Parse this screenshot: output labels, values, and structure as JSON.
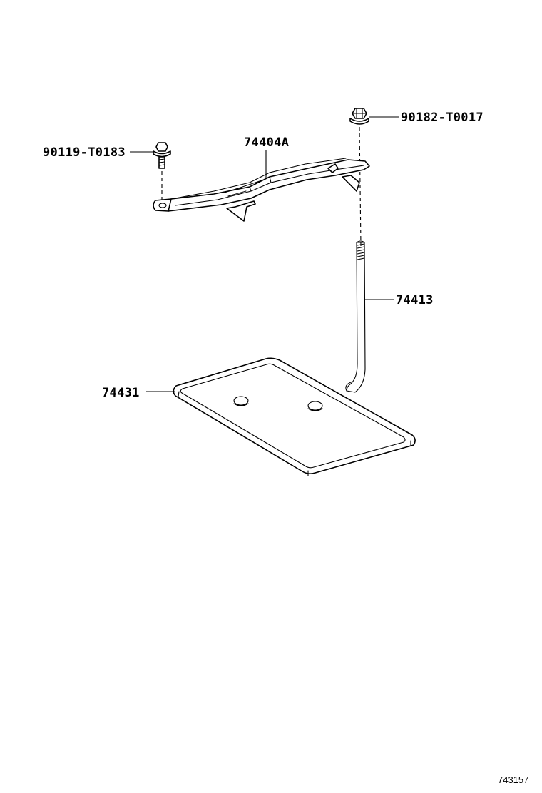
{
  "labels": {
    "nut_part": "90182-T0017",
    "bolt_part": "90119-T0183",
    "clamp_part": "74404A",
    "rod_part": "74413",
    "tray_part": "74431"
  },
  "figure_id": "743157"
}
